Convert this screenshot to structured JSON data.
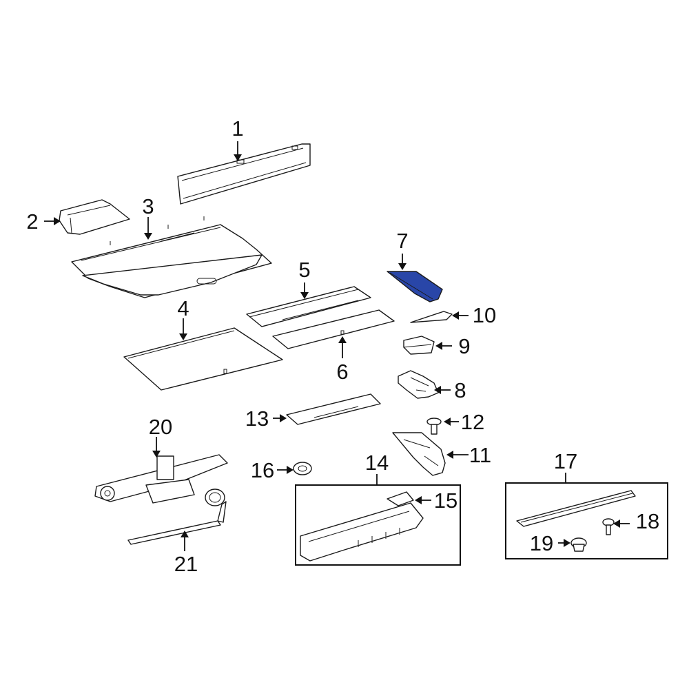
{
  "diagram": {
    "highlight_color": "#2946a8",
    "callouts": [
      {
        "id": "1",
        "label": "1"
      },
      {
        "id": "2",
        "label": "2"
      },
      {
        "id": "3",
        "label": "3"
      },
      {
        "id": "4",
        "label": "4"
      },
      {
        "id": "5",
        "label": "5"
      },
      {
        "id": "6",
        "label": "6"
      },
      {
        "id": "7",
        "label": "7"
      },
      {
        "id": "8",
        "label": "8"
      },
      {
        "id": "9",
        "label": "9"
      },
      {
        "id": "10",
        "label": "10"
      },
      {
        "id": "11",
        "label": "11"
      },
      {
        "id": "12",
        "label": "12"
      },
      {
        "id": "13",
        "label": "13"
      },
      {
        "id": "14",
        "label": "14"
      },
      {
        "id": "15",
        "label": "15"
      },
      {
        "id": "16",
        "label": "16"
      },
      {
        "id": "17",
        "label": "17"
      },
      {
        "id": "18",
        "label": "18"
      },
      {
        "id": "19",
        "label": "19"
      },
      {
        "id": "20",
        "label": "20"
      },
      {
        "id": "21",
        "label": "21"
      }
    ],
    "highlighted_part": "7"
  }
}
